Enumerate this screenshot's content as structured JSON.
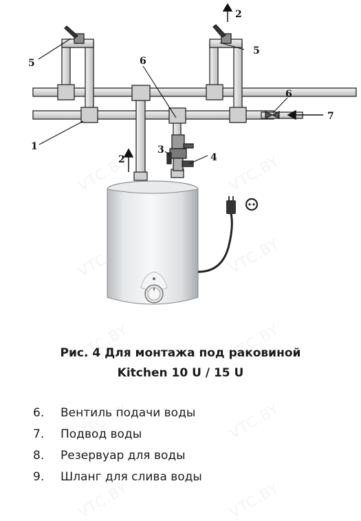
{
  "figure": {
    "callouts": {
      "c1": "1",
      "c2_top": "2",
      "c2_mid": "2",
      "c3": "3",
      "c4": "4",
      "c5_left": "5",
      "c5_right": "5",
      "c6_top": "6",
      "c6_right": "6",
      "c7": "7"
    },
    "watermark": "VTC.BY",
    "icons": [
      "valve-icon",
      "plug-icon",
      "socket-icon",
      "control-knob-icon"
    ]
  },
  "caption": {
    "line1": "Рис. 4 Для монтажа под раковиной",
    "line2": "Kitchen 10 U / 15 U"
  },
  "legend": [
    {
      "num": "6.",
      "label": "Вентиль подачи воды"
    },
    {
      "num": "7.",
      "label": "Подвод воды"
    },
    {
      "num": "8.",
      "label": "Резервуар для воды"
    },
    {
      "num": "9.",
      "label": "Шланг для слива воды"
    }
  ]
}
